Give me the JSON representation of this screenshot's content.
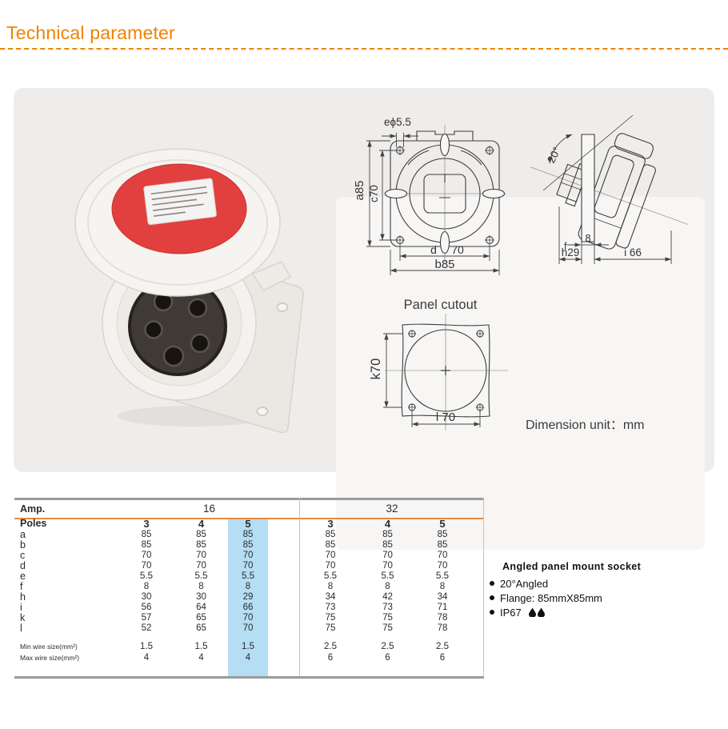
{
  "page": {
    "title": "Technical parameter"
  },
  "colors": {
    "accent_orange": "#F08200",
    "table_orange_line": "#E8893C",
    "table_highlight_blue": "#B5DDF3",
    "table_border_gray": "#9B9B9B",
    "cap_red": "#E2403E"
  },
  "drawings": {
    "front_view": {
      "dim_a": "a85",
      "dim_c": "c70",
      "dim_e": "eϕ5.5",
      "dim_d_letter": "d",
      "dim_d_value": "70",
      "dim_b": "b85"
    },
    "side_view": {
      "angle": "20°",
      "dim_f_letter": "f",
      "dim_f_value": "8",
      "dim_h": "h29",
      "dim_i": "i 66"
    },
    "panel_cutout": {
      "title": "Panel cutout",
      "dim_k": "k70",
      "dim_l": "l 70"
    },
    "unit_note": "Dimension unit：mm"
  },
  "table": {
    "amp_label": "Amp.",
    "poles_label": "Poles",
    "groups": [
      {
        "amp": "16",
        "poles": [
          "3",
          "4",
          "5"
        ]
      },
      {
        "amp": "32",
        "poles": [
          "3",
          "4",
          "5"
        ]
      }
    ],
    "rows": [
      {
        "label": "a",
        "values": [
          "85",
          "85",
          "85",
          "85",
          "85",
          "85"
        ]
      },
      {
        "label": "b",
        "values": [
          "85",
          "85",
          "85",
          "85",
          "85",
          "85"
        ]
      },
      {
        "label": "c",
        "values": [
          "70",
          "70",
          "70",
          "70",
          "70",
          "70"
        ]
      },
      {
        "label": "d",
        "values": [
          "70",
          "70",
          "70",
          "70",
          "70",
          "70"
        ]
      },
      {
        "label": "e",
        "values": [
          "5.5",
          "5.5",
          "5.5",
          "5.5",
          "5.5",
          "5.5"
        ]
      },
      {
        "label": "f",
        "values": [
          "8",
          "8",
          "8",
          "8",
          "8",
          "8"
        ]
      },
      {
        "label": "h",
        "values": [
          "30",
          "30",
          "29",
          "34",
          "42",
          "34"
        ]
      },
      {
        "label": "i",
        "values": [
          "56",
          "64",
          "66",
          "73",
          "73",
          "71"
        ]
      },
      {
        "label": "k",
        "values": [
          "57",
          "65",
          "70",
          "75",
          "75",
          "78"
        ]
      },
      {
        "label": "l",
        "values": [
          "52",
          "65",
          "70",
          "75",
          "75",
          "78"
        ]
      },
      {
        "label": "Min wire size(mm²)",
        "values": [
          "1.5",
          "1.5",
          "1.5",
          "2.5",
          "2.5",
          "2.5"
        ],
        "small": true,
        "gap": true
      },
      {
        "label": "Max wire size(mm²)",
        "values": [
          "4",
          "4",
          "4",
          "6",
          "6",
          "6"
        ],
        "small": true
      }
    ]
  },
  "product_info": {
    "title": "Angled panel mount socket",
    "bullets": [
      {
        "text": "20°Angled"
      },
      {
        "text": "Flange: 85mmX85mm"
      },
      {
        "text": "IP67",
        "icon": "water-drops"
      }
    ]
  }
}
